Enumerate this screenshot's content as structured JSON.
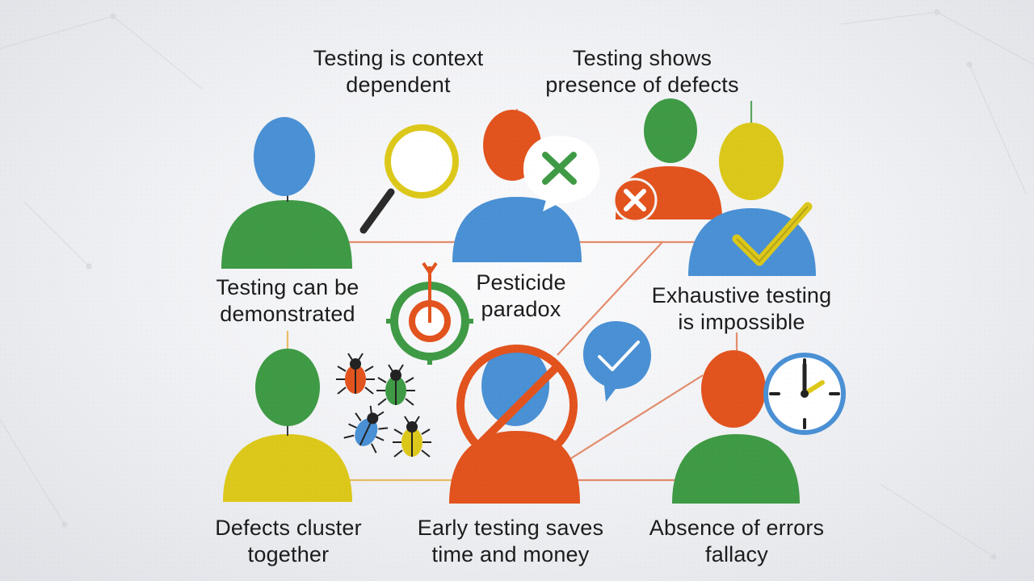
{
  "colors": {
    "blue": "#4a90d4",
    "green": "#3f9a45",
    "orange": "#e2531e",
    "yellow": "#dcc81a",
    "connector": "#e07a55",
    "background": "#eceef1"
  },
  "principles": [
    {
      "id": "context",
      "line1": "Testing is context",
      "line2": "dependent",
      "head_color": "orange",
      "body_color": "blue",
      "icon": "x-speech-bubble-icon"
    },
    {
      "id": "presence",
      "line1": "Testing shows",
      "line2": "presence of defects",
      "head_color": "yellow",
      "body_color": "blue",
      "icon": "check-mark-icon"
    },
    {
      "id": "demonstrated",
      "line1": "Testing can be",
      "line2": "demonstrated",
      "head_color": "blue",
      "body_color": "green",
      "icon": "magnifying-glass-icon"
    },
    {
      "id": "pesticide",
      "line1": "Pesticide",
      "line2": "paradox",
      "head_color": "blue",
      "body_color": "orange",
      "icon": "target-icon"
    },
    {
      "id": "exhaustive",
      "line1": "Exhaustive testing",
      "line2": "is impossible",
      "head_color": "green",
      "body_color": "orange",
      "icon": "x-badge-icon"
    },
    {
      "id": "cluster",
      "line1": "Defects cluster",
      "line2": "together",
      "head_color": "green",
      "body_color": "yellow",
      "icon": "bug-icons"
    },
    {
      "id": "early",
      "line1": "Early testing saves",
      "line2": "time and money",
      "head_color": "blue",
      "body_color": "orange",
      "icon": "prohibited-icon"
    },
    {
      "id": "absence",
      "line1": "Absence of errors",
      "line2": "fallacy",
      "head_color": "orange",
      "body_color": "green",
      "icon": "clock-icon"
    }
  ]
}
